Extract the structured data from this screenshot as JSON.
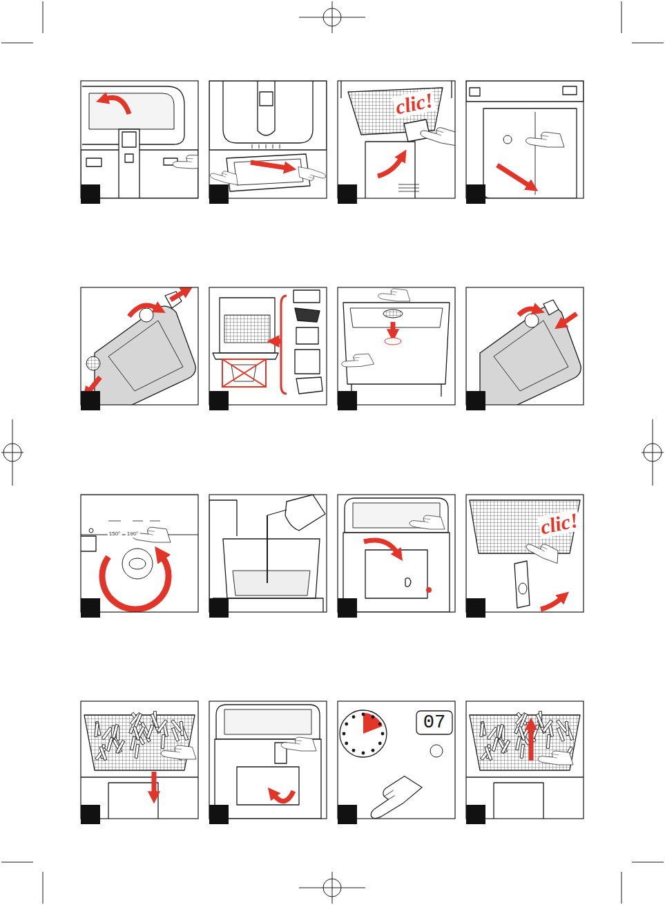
{
  "diagram": {
    "labels": [
      "clic!",
      "clic!",
      "07",
      "150°",
      "190°"
    ]
  }
}
